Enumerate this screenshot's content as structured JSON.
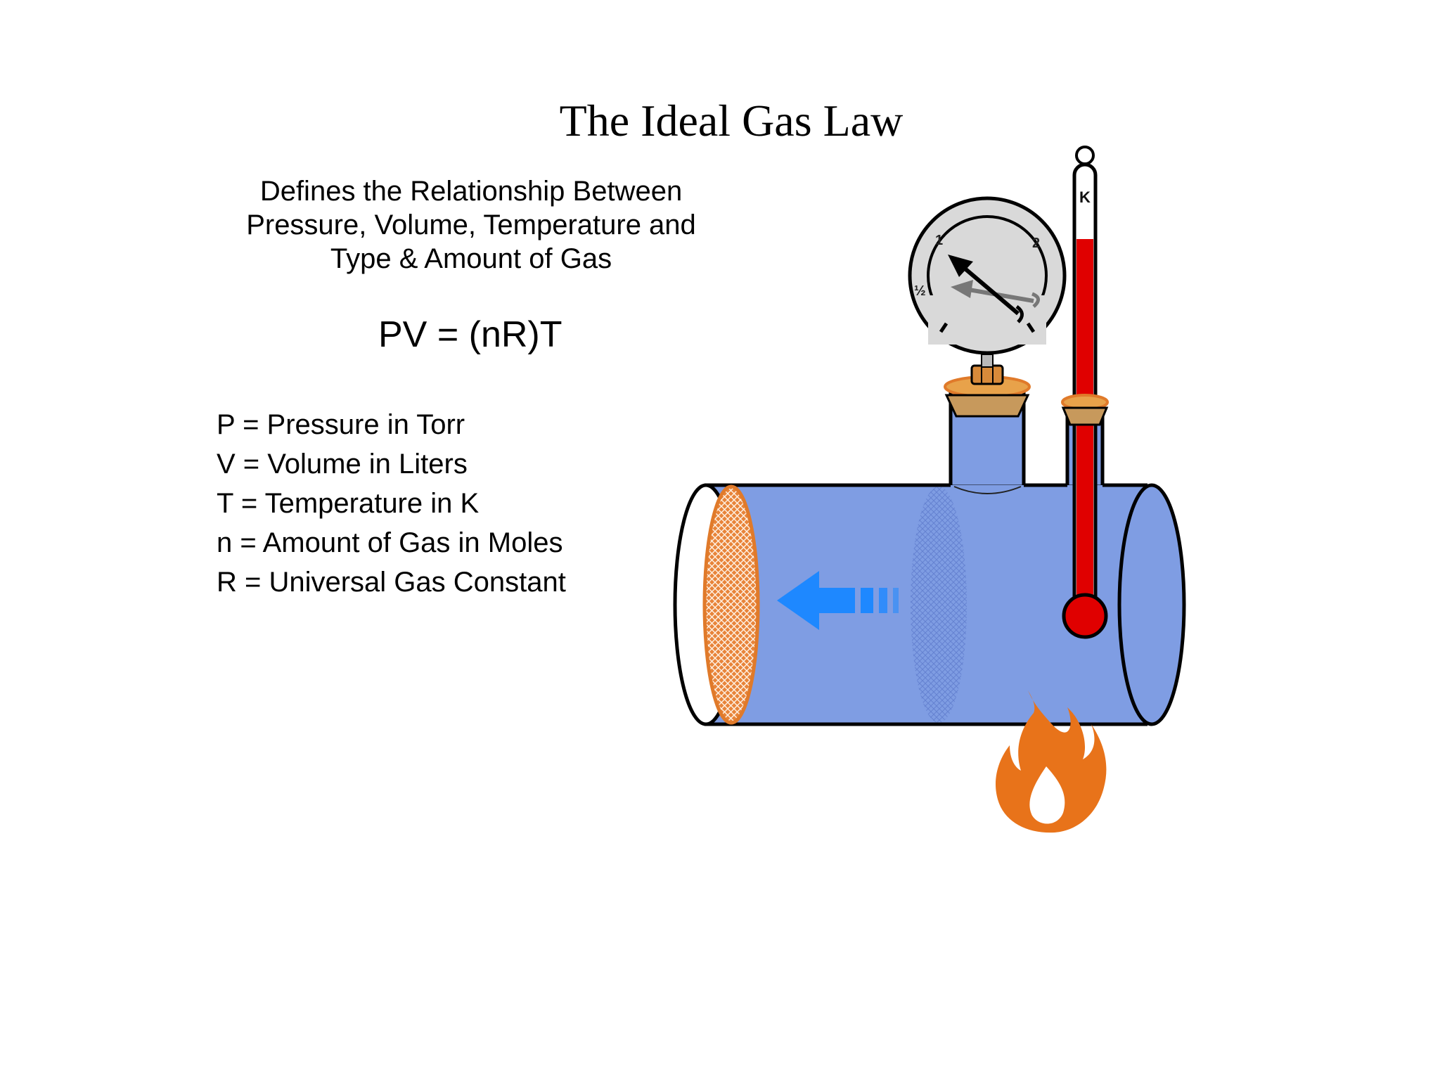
{
  "title": "The Ideal Gas Law",
  "subtitle_lines": [
    "Defines the Relationship Between",
    "Pressure, Volume, Temperature and",
    "Type & Amount of Gas"
  ],
  "equation": "PV = (nR)T",
  "definitions": [
    "P = Pressure in Torr",
    "V = Volume in Liters",
    "T = Temperature in K",
    "n = Amount of Gas in Moles",
    "R = Universal Gas Constant"
  ],
  "gauge": {
    "labels": {
      "half": "½",
      "one": "1",
      "two": "2"
    }
  },
  "thermometer": {
    "unit": "K"
  },
  "colors": {
    "gas": "#7f9de3",
    "piston": "#e07a2a",
    "arrow": "#1e88ff",
    "mercury": "#e00000",
    "flame": "#e8731a",
    "gauge_face": "#d9d9d9",
    "fitting": "#c7995c"
  }
}
